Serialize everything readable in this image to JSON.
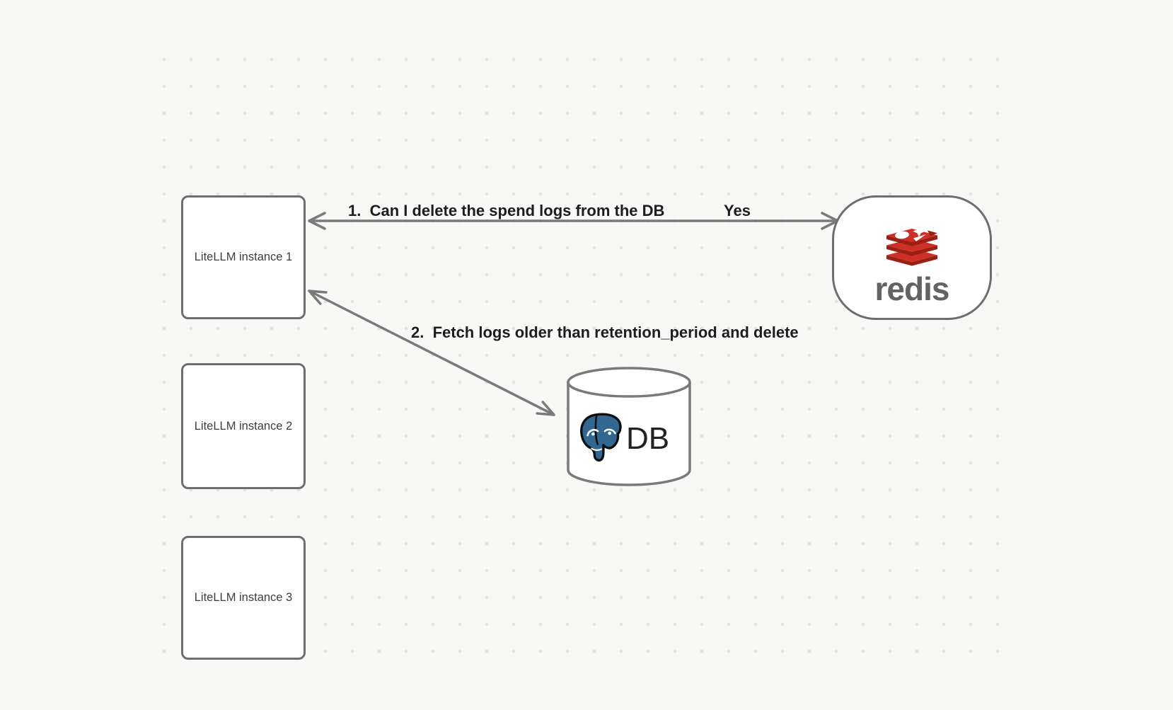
{
  "colors": {
    "background": "#f8f8f7",
    "dot": "#e4e3e1",
    "node-border": "#6e6e6e",
    "arrow": "#7a7a7a",
    "label-text": "#1d1d1d",
    "node-text": "#3d3d3d",
    "redis-red": "#ce3028",
    "redis-dark-red": "#9a1f14",
    "redis-wordmark": "#636363",
    "postgres-blue": "#336791",
    "db-text": "#222222"
  },
  "diagram": {
    "instances": [
      {
        "label": "LiteLLM instance 1"
      },
      {
        "label": "LiteLLM instance 2"
      },
      {
        "label": "LiteLLM instance 3"
      }
    ],
    "redis": {
      "wordmark": "redis"
    },
    "db": {
      "label": "DB"
    },
    "edges": {
      "edge1": {
        "question": "1.  Can I delete the spend logs from the DB",
        "answer": "Yes"
      },
      "edge2": {
        "label": "2.  Fetch logs older than retention_period and delete"
      }
    }
  }
}
